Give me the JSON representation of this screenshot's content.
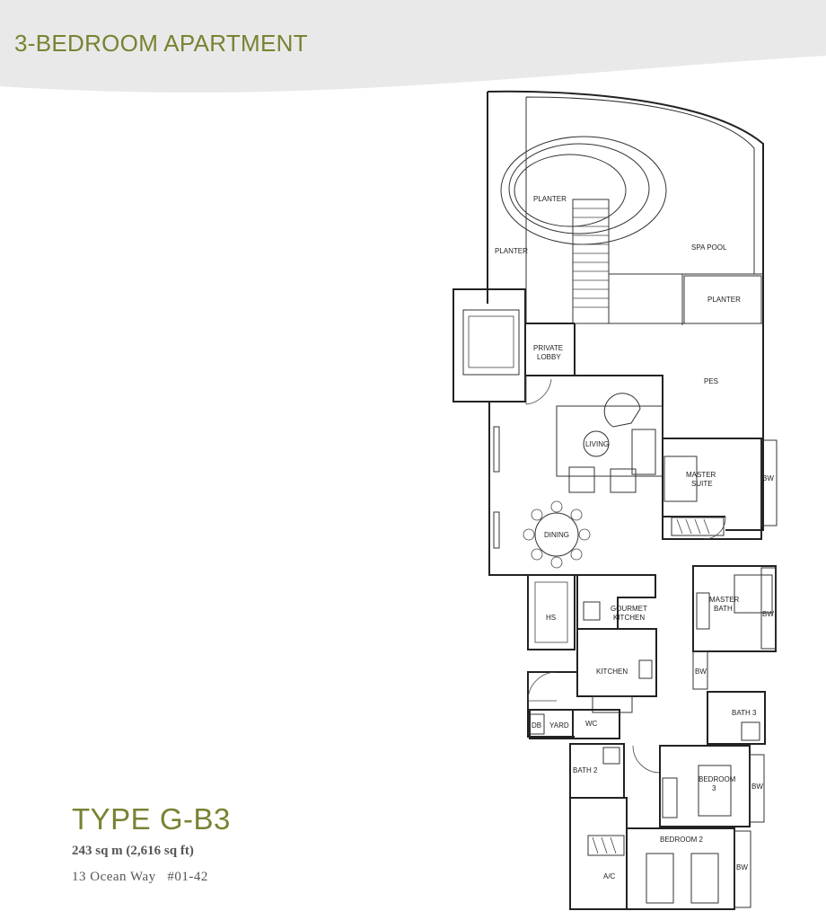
{
  "header": {
    "title": "3-BEDROOM APARTMENT",
    "band_color": "#e9e9e9",
    "accent": "#7a8232"
  },
  "unit": {
    "type": "TYPE G-B3",
    "area": "243 sq m (2,616 sq ft)",
    "address": "13 Ocean Way   #01-42"
  },
  "plan": {
    "labels": {
      "planter_top": "PLANTER",
      "planter_left": "PLANTER",
      "spa_pool": "SPA POOL",
      "planter_right": "PLANTER",
      "private_lobby_1": "PRIVATE",
      "private_lobby_2": "LOBBY",
      "pes": "PES",
      "living": "LIVING",
      "master_suite_1": "MASTER",
      "master_suite_2": "SUITE",
      "bw_1": "BW",
      "dining": "DINING",
      "hs": "HS",
      "gourmet_kitchen_1": "GOURMET",
      "gourmet_kitchen_2": "KITCHEN",
      "master_bath_1": "MASTER",
      "master_bath_2": "BATH",
      "bw_2": "BW",
      "kitchen": "KITCHEN",
      "bw_3": "BW",
      "bath_3": "BATH 3",
      "db": "DB",
      "yard": "YARD",
      "wc": "WC",
      "bath_2": "BATH 2",
      "bedroom_3_1": "BEDROOM",
      "bedroom_3_2": "3",
      "bw_4": "BW",
      "bedroom_2": "BEDROOM 2",
      "ac": "A/C",
      "bw_5": "BW"
    }
  }
}
